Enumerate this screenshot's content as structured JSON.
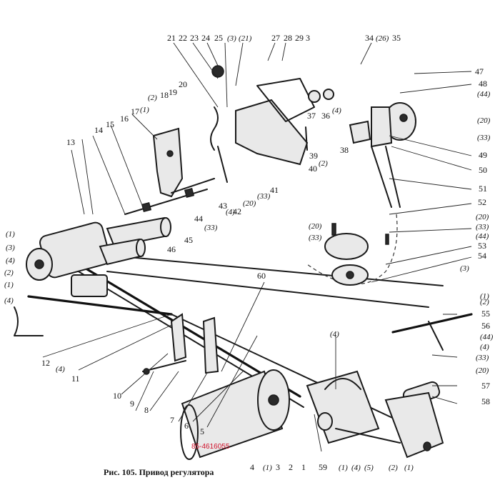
{
  "caption": "Рис. 105. Привод регулятора",
  "stamp": "85-4616055",
  "labels": {
    "l21": "21",
    "l22": "22",
    "l23": "23",
    "l24": "24",
    "l25": "25",
    "l3top": "(3)",
    "l21p": "(21)",
    "l27": "27",
    "l28": "28",
    "l29": "29",
    "l3a": "3",
    "l34": "34",
    "l26p": "(26)",
    "l35": "35",
    "l47": "47",
    "l48": "48",
    "l44a": "(44)",
    "l20a": "(20)",
    "l33a": "(33)",
    "l49": "49",
    "l50": "50",
    "l51": "51",
    "l20": "20",
    "l19": "19",
    "l18": "18",
    "l2a": "(2)",
    "l1a": "(1)",
    "l17": "17",
    "l16": "16",
    "l15": "15",
    "l14": "14",
    "l13": "13",
    "l37": "37",
    "l36": "36",
    "l4a": "(4)",
    "l38": "38",
    "l39": "39",
    "l40": "40",
    "l2b": "(2)",
    "l44": "44",
    "l33b": "(33)",
    "l43": "43",
    "l42": "42",
    "l4b": "(4)",
    "l20b": "(20)",
    "l33c": "(33)",
    "l41": "41",
    "l45": "45",
    "l46": "46",
    "l52": "52",
    "l20c": "(20)",
    "l33d": "(33)",
    "l20d": "(20)",
    "l33e": "(33)",
    "l44b": "(44)",
    "l53": "53",
    "l54": "54",
    "l1b": "(1)",
    "l3b": "(3)",
    "l4c": "(4)",
    "l2c": "(2)",
    "l1c": "(1)",
    "l4d": "(4)",
    "l60": "60",
    "l12": "12",
    "l4e": "(4)",
    "l11": "11",
    "l10": "10",
    "l9": "9",
    "l8": "8",
    "l7": "7",
    "l6": "6",
    "l5": "5",
    "l4f": "(4)",
    "l3c": "(3)",
    "l1d": "(1)",
    "l2d": "(2)",
    "l44c": "(44)",
    "l4g": "(4)",
    "l33f": "(33)",
    "l20e": "(20)",
    "l55": "55",
    "l56": "56",
    "l57": "57",
    "l58": "58",
    "l4h": "4",
    "l1e": "(1)",
    "l3d": "3",
    "l2e": "2",
    "l1f": "1",
    "l59": "59",
    "l1g": "(1)",
    "l4i": "(4)",
    "l5b": "(5)",
    "l2f": "(2)",
    "l1h": "(1)"
  }
}
